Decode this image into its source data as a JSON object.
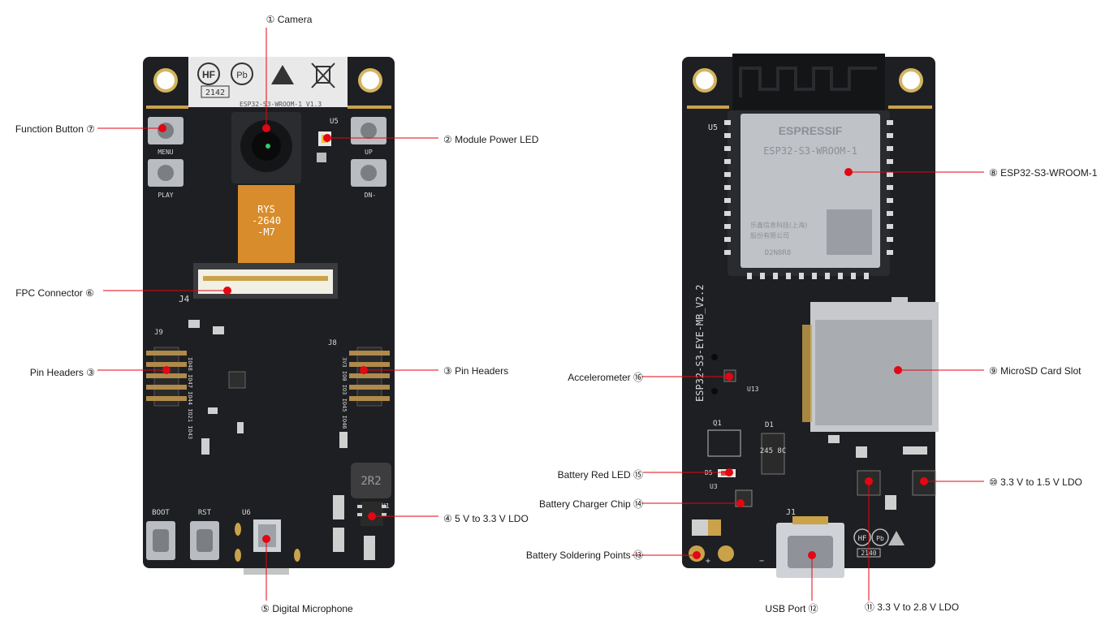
{
  "labels": {
    "camera": "① Camera",
    "module_power_led": "② Module Power LED",
    "pin_headers_right": "③ Pin Headers",
    "pin_headers_left": "Pin Headers ③",
    "ldo_5v_33v": "④ 5 V to 3.3 V LDO",
    "digital_microphone": "⑤ Digital Microphone",
    "fpc_connector": "FPC Connector ⑥",
    "function_button": "Function Button ⑦",
    "esp32_module": "⑧ ESP32-S3-WROOM-1",
    "microsd_slot": "⑨ MicroSD Card Slot",
    "ldo_33v_15v": "⑩ 3.3 V to 1.5 V LDO",
    "ldo_33v_28v": "⑪ 3.3 V to 2.8 V LDO",
    "usb_port": "USB Port ⑫",
    "battery_soldering_points": "Battery Soldering Points ⑬",
    "battery_charger_chip": "Battery Charger Chip ⑭",
    "battery_red_led": "Battery Red LED ⑮",
    "accelerometer": "Accelerometer ⑯"
  },
  "silkscreen": {
    "front": {
      "hf": "HF",
      "pb": "Pb",
      "code": "2142",
      "model_strip": "ESP32-S3-WROOM-1 V1.3",
      "menu": "MENU",
      "play": "PLAY",
      "u5": "U5",
      "up": "UP",
      "dn": "DN-",
      "cable_text": "RYS -2640 -M7",
      "cable_l1": "RYS",
      "cable_l2": "-2640",
      "cable_l3": "-M7",
      "j4": "J4",
      "j9": "J9",
      "j8": "J8",
      "left_pins": "IO48 IO47 IO44 IO21 IO43",
      "right_pins": "3V3 IO0 IO3 IO45 IO46",
      "inductor": "2R2",
      "boot": "BOOT",
      "rst": "RST",
      "u6": "U6",
      "u1": "U1"
    },
    "back": {
      "u5": "U5",
      "brand": "ESPRESSIF",
      "module": "ESP32-S3-WROOM-1",
      "cn1": "乐鑫信息科技(上海)",
      "cn2": "股份有限公司",
      "lot": "D2N8R8",
      "board": "ESP32-S3-EYE-MB_V2.2",
      "q1": "Q1",
      "d1": "D1",
      "d5": "D5",
      "u3": "U3",
      "u13": "U13",
      "j1": "J1",
      "diode_mark": "245 8C",
      "plus": "+",
      "minus": "−",
      "hf": "HF",
      "pb": "Pb",
      "code": "2140"
    }
  },
  "colors": {
    "pcb": "#1e1f22",
    "callout": "#e30613",
    "gold": "#c9a24a",
    "silver": "#b9bcc0",
    "orange_flex": "#d98c2c"
  }
}
